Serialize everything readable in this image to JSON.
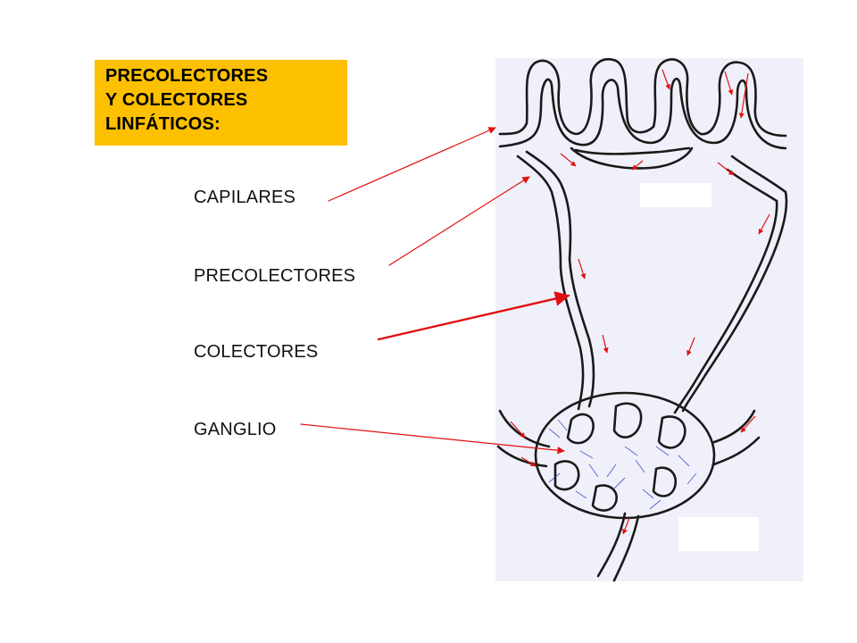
{
  "title": {
    "lines": [
      "PRECOLECTORES",
      "Y COLECTORES",
      "LINFÁTICOS:"
    ],
    "background": "#FCC000"
  },
  "labels": [
    "CAPILARES",
    "PRECOLECTORES",
    "COLECTORES",
    "GANGLIO"
  ],
  "colors": {
    "pointer_arrow": "#E01010",
    "vessel_outline": "#1a1a1a",
    "panel_background": "#F0F0FA",
    "flow_arrow": "#E01010",
    "node_hatching": "#2c2cc0"
  }
}
